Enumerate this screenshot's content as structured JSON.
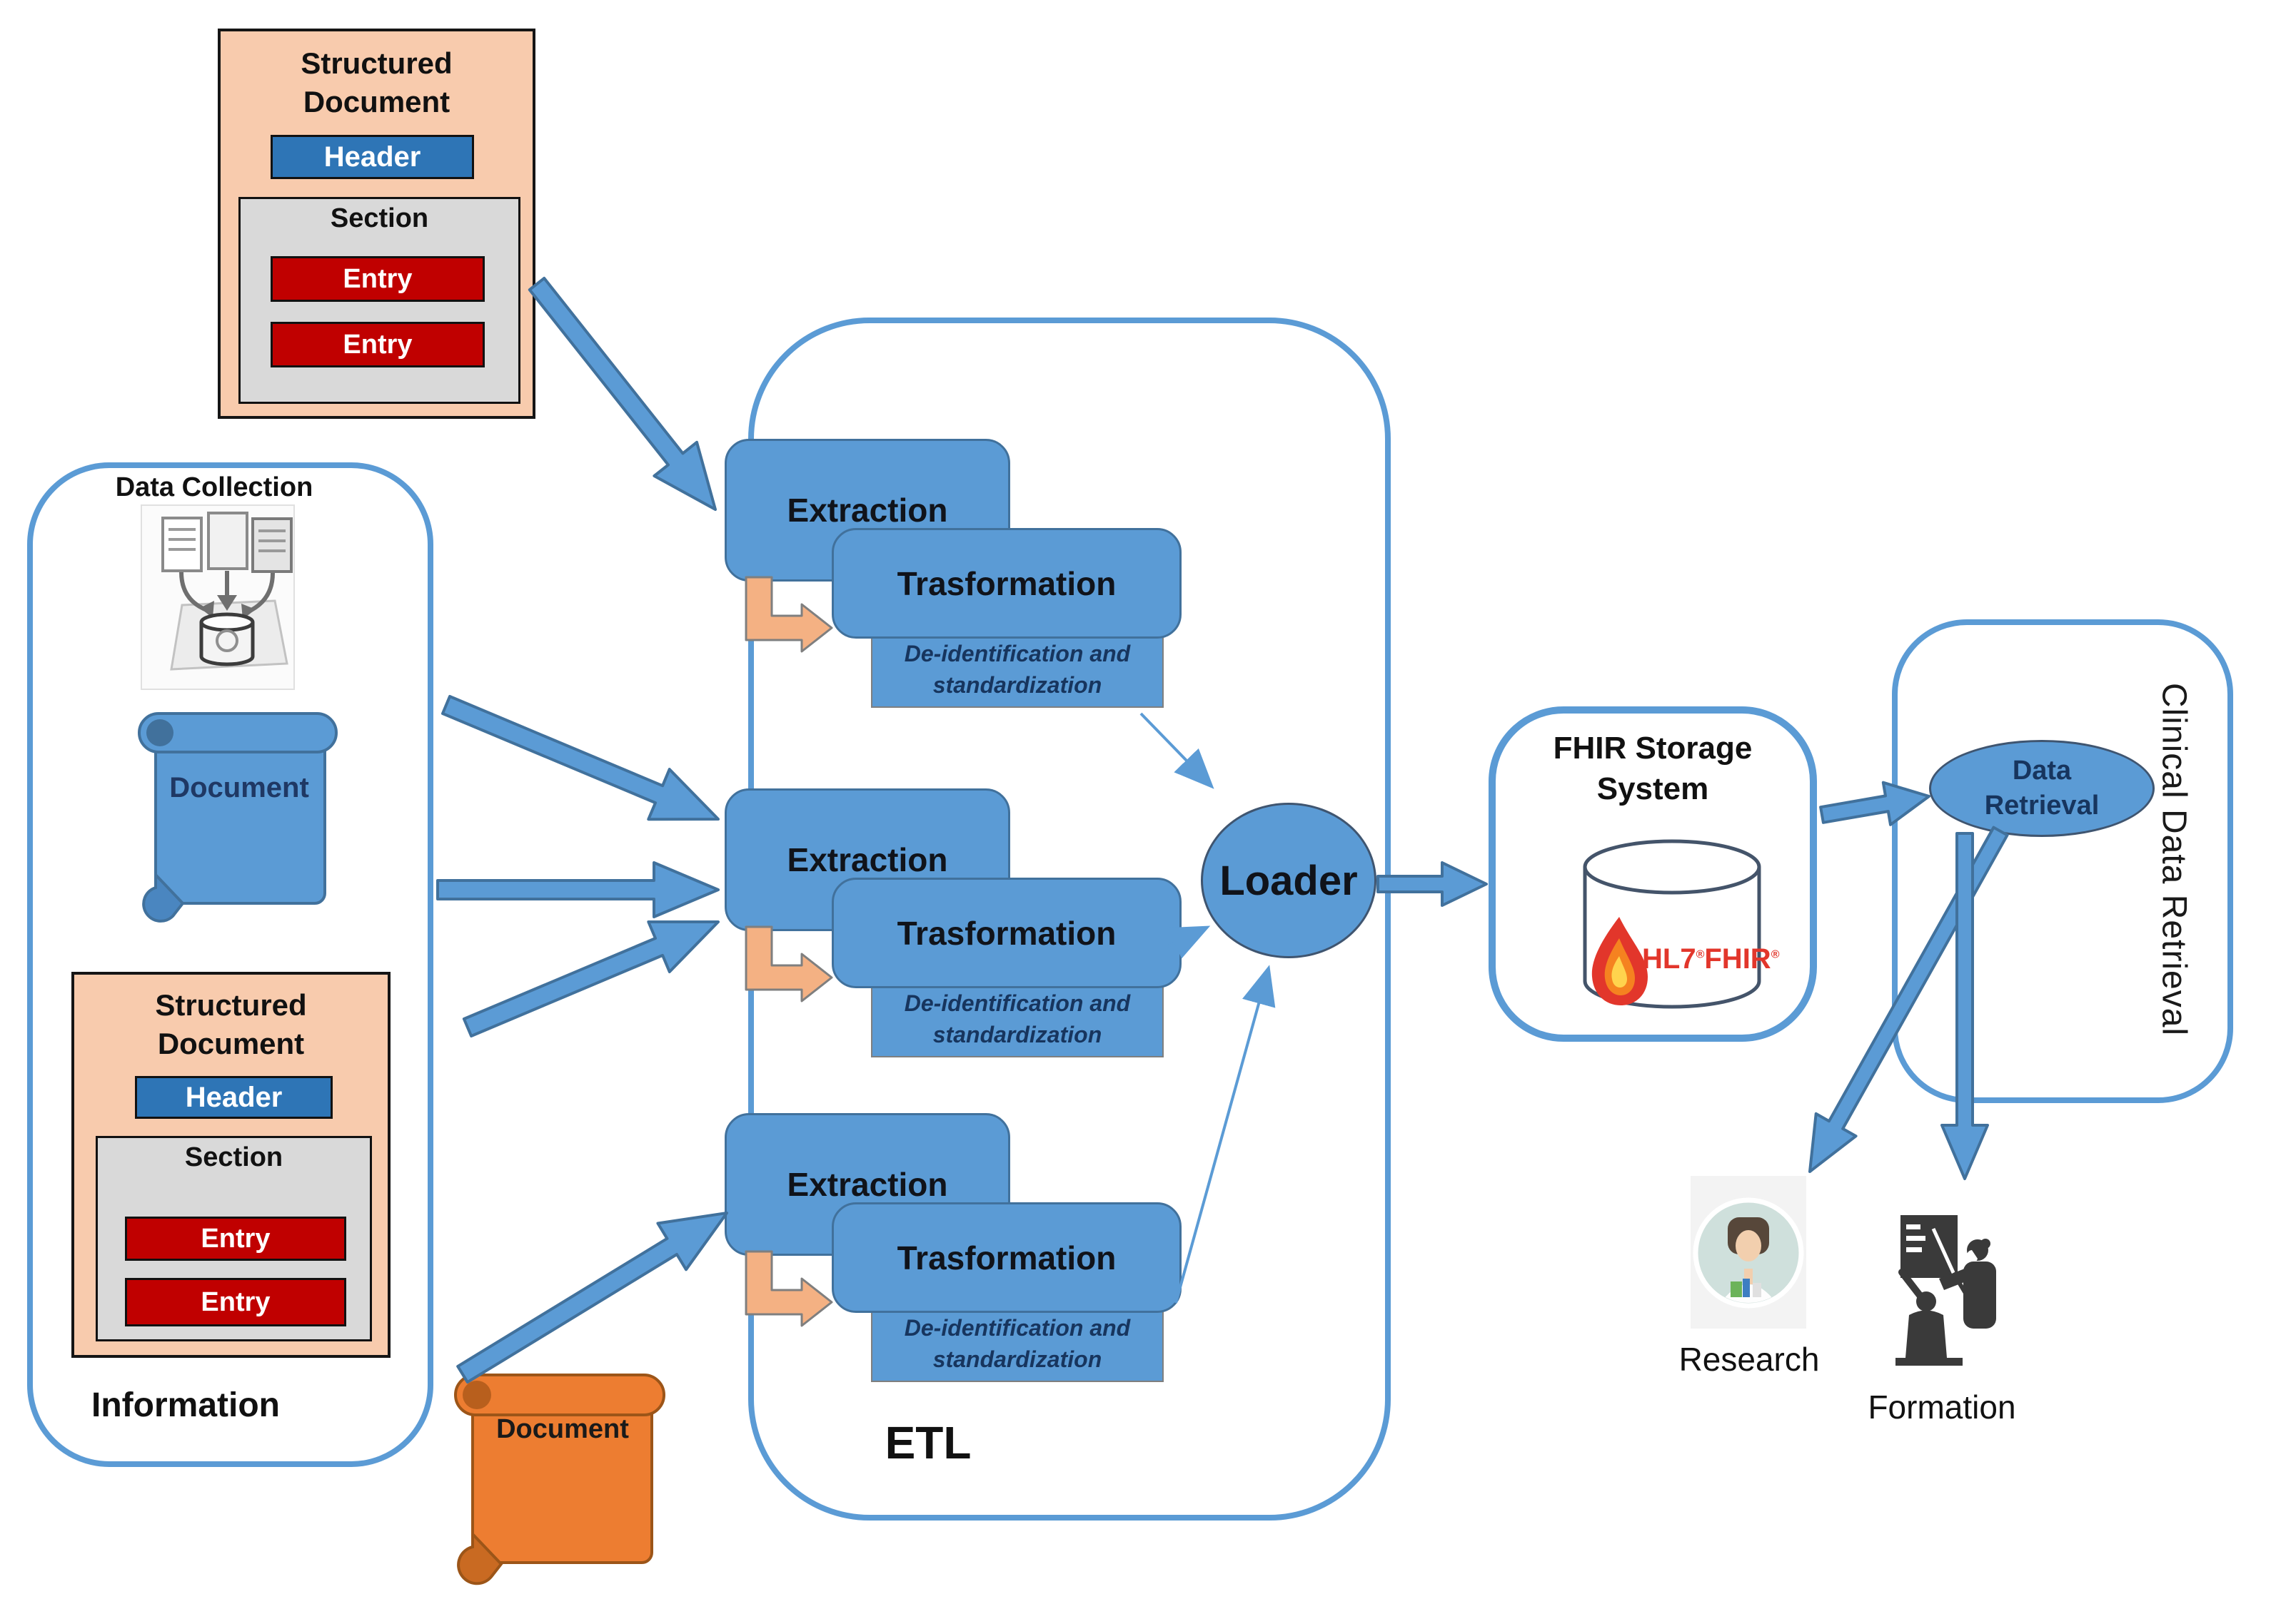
{
  "sd_top": {
    "title": "Structured Document",
    "header": "Header",
    "section": "Section",
    "entry1": "Entry",
    "entry2": "Entry"
  },
  "information": {
    "title": "Information",
    "data_collection_label": "Data Collection",
    "document_label": "Document",
    "sd": {
      "title": "Structured Document",
      "header": "Header",
      "section": "Section",
      "entry1": "Entry",
      "entry2": "Entry"
    }
  },
  "orange_document_label": "Document",
  "etl": {
    "title": "ETL",
    "loader": "Loader",
    "groups": [
      {
        "extraction": "Extraction",
        "transformation": "Trasformation",
        "deid": "De-identification and standardization"
      },
      {
        "extraction": "Extraction",
        "transformation": "Trasformation",
        "deid": "De-identification and standardization"
      },
      {
        "extraction": "Extraction",
        "transformation": "Trasformation",
        "deid": "De-identification and standardization"
      }
    ]
  },
  "fhir": {
    "title": "FHIR Storage System",
    "logo": {
      "hl7": "HL7",
      "fhir": "FHIR",
      "reg": "®"
    }
  },
  "clinical": {
    "title": "Clinical Data Retrieval",
    "data_retrieval": "Data Retrieval"
  },
  "outputs": {
    "research": "Research",
    "formation": "Formation"
  },
  "colors": {
    "primary_blue": "#5B9BD5",
    "dark_blue_border": "#41719C",
    "header_blue": "#2E75B6",
    "peach": "#F8CBAD",
    "section_gray": "#D9D9D9",
    "entry_red": "#C00000",
    "orange_scroll": "#ED7D31",
    "elbow_orange": "#F4B183",
    "fhir_red": "#E2362B",
    "navy_text": "#1F3864"
  }
}
